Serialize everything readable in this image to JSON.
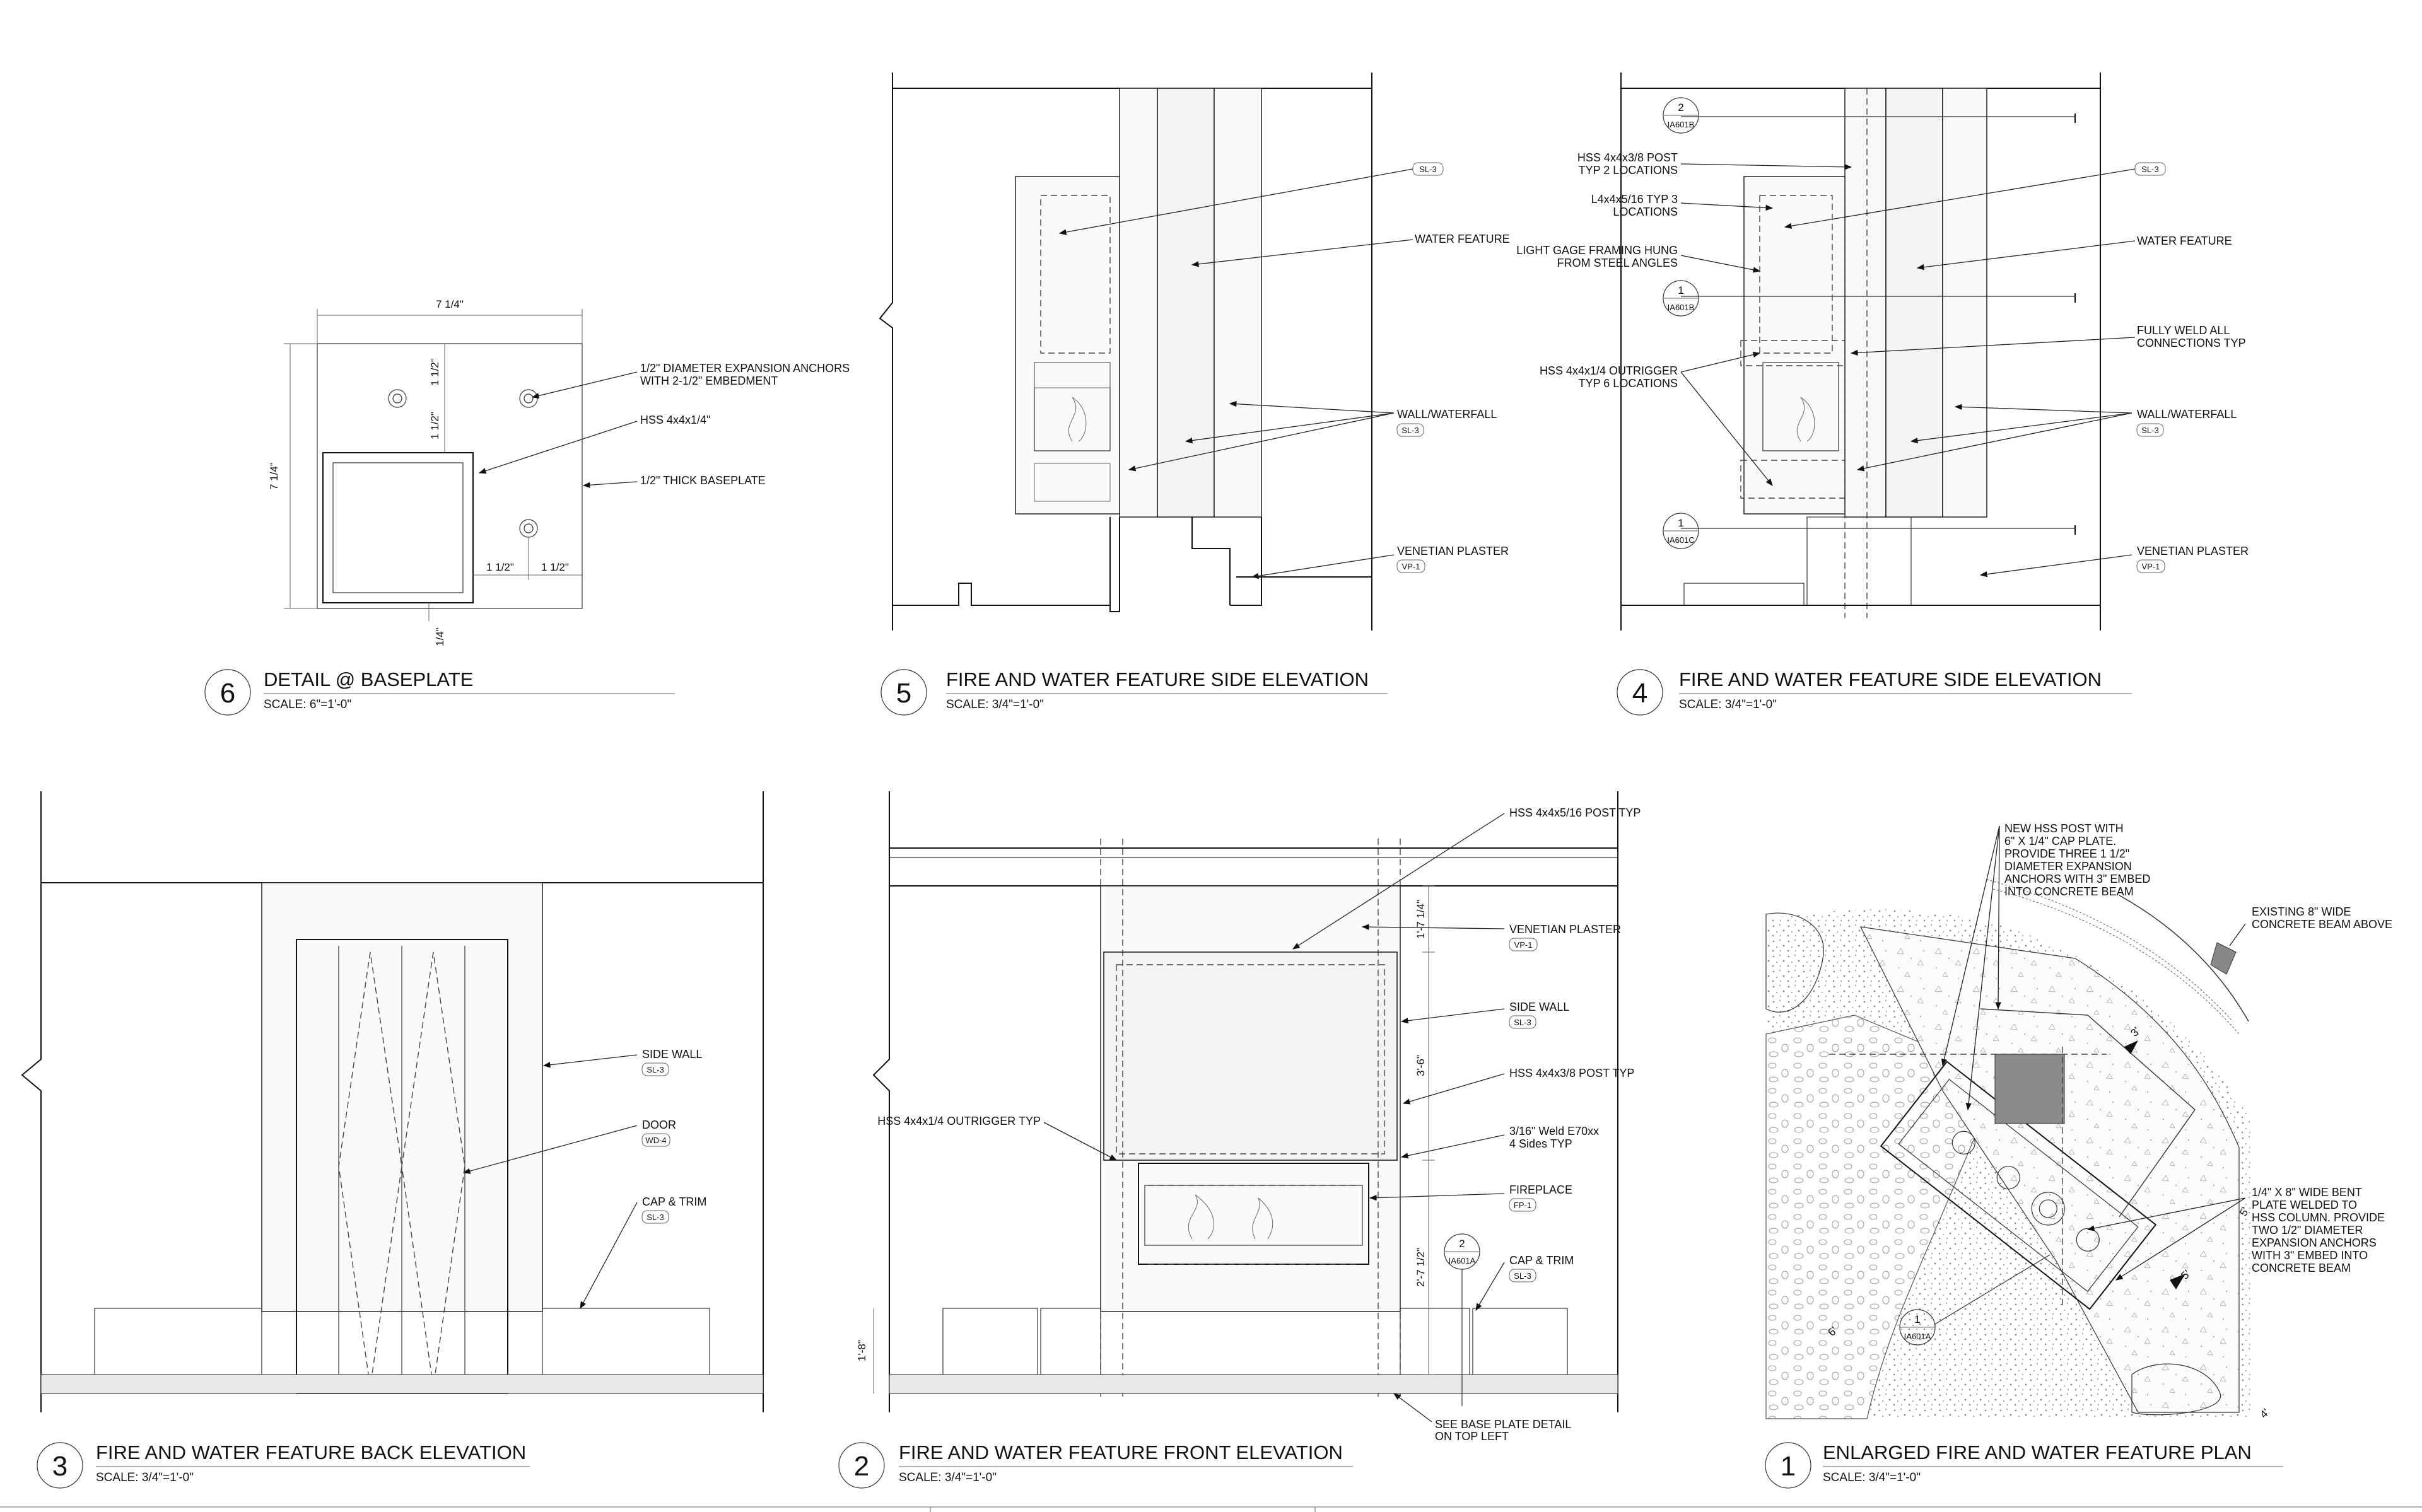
{
  "views": {
    "v6": {
      "number": "6",
      "title": "DETAIL @ BASEPLATE",
      "scale": "SCALE: 6\"=1'-0\""
    },
    "v5": {
      "number": "5",
      "title": "FIRE AND WATER FEATURE SIDE ELEVATION",
      "scale": "SCALE: 3/4\"=1'-0\""
    },
    "v4": {
      "number": "4",
      "title": "FIRE AND WATER FEATURE SIDE ELEVATION",
      "scale": "SCALE: 3/4\"=1'-0\""
    },
    "v3": {
      "number": "3",
      "title": "FIRE AND WATER FEATURE BACK ELEVATION",
      "scale": "SCALE: 3/4\"=1'-0\""
    },
    "v2": {
      "number": "2",
      "title": "FIRE AND WATER FEATURE FRONT ELEVATION",
      "scale": "SCALE: 3/4\"=1'-0\""
    },
    "v1": {
      "number": "1",
      "title": "ENLARGED FIRE AND WATER FEATURE PLAN",
      "scale": "SCALE: 3/4\"=1'-0\""
    }
  },
  "detail6": {
    "dim_top": "7 1/4\"",
    "dim_left": "7 1/4\"",
    "dim_half1": "1 1/2\"",
    "dim_half2": "1 1/2\"",
    "dim_half3": "1 1/2\"",
    "dim_half4": "1 1/2\"",
    "dim_quarter": "1/4\"",
    "note_anchors_1": "1/2\" DIAMETER EXPANSION ANCHORS",
    "note_anchors_2": "WITH 2-1/2\" EMBEDMENT",
    "note_hss": "HSS 4x4x1/4\"",
    "note_plate": "1/2\" THICK BASEPLATE"
  },
  "view5": {
    "sl3": "SL-3",
    "water_feature": "WATER FEATURE",
    "wall_waterfall": "WALL/WATERFALL",
    "sl3_b": "SL-3",
    "venetian": "VENETIAN PLASTER",
    "vp1": "VP-1"
  },
  "view4": {
    "ref_top_num": "2",
    "ref_top_sheet": "IA601B",
    "ref_mid_num": "1",
    "ref_mid_sheet": "IA601B",
    "ref_bot_num": "1",
    "ref_bot_sheet": "IA601C",
    "post_1": "HSS 4x4x3/8 POST",
    "post_2": "TYP 2 LOCATIONS",
    "angle_1": "L4x4x5/16 TYP 3",
    "angle_2": "LOCATIONS",
    "framing_1": "LIGHT GAGE FRAMING HUNG",
    "framing_2": "FROM STEEL ANGLES",
    "outrigger_1": "HSS 4x4x1/4 OUTRIGGER",
    "outrigger_2": "TYP 6 LOCATIONS",
    "sl3": "SL-3",
    "water_feature": "WATER FEATURE",
    "weld_1": "FULLY WELD ALL",
    "weld_2": "CONNECTIONS TYP",
    "wall_waterfall": "WALL/WATERFALL",
    "sl3_b": "SL-3",
    "venetian": "VENETIAN PLASTER",
    "vp1": "VP-1"
  },
  "view3": {
    "side_wall": "SIDE WALL",
    "sl3_a": "SL-3",
    "door": "DOOR",
    "wd4": "WD-4",
    "cap_trim": "CAP & TRIM",
    "sl3_b": "SL-3"
  },
  "view2": {
    "post_typ": "HSS 4x4x5/16 POST TYP",
    "venetian": "VENETIAN PLASTER",
    "vp1": "VP-1",
    "side_wall": "SIDE WALL",
    "sl3_a": "SL-3",
    "post38": "HSS 4x4x3/8 POST TYP",
    "weld_1": "3/16\" Weld E70xx",
    "weld_2": "4 Sides TYP",
    "fireplace": "FIREPLACE",
    "fp1": "FP-1",
    "cap_trim": "CAP & TRIM",
    "sl3_b": "SL-3",
    "outrigger": "HSS 4x4x1/4 OUTRIGGER TYP",
    "base_1": "SEE BASE PLATE DETAIL",
    "base_2": "ON TOP LEFT",
    "dim_a": "1'-7 1/4\"",
    "dim_b": "3'-6\"",
    "dim_c": "2'-7 1/2\"",
    "dim_d": "1'-8\"",
    "ref_num": "2",
    "ref_sheet": "IA601A"
  },
  "view1": {
    "new_post": [
      "NEW HSS POST WITH",
      "6\" X 1/4\" CAP PLATE.",
      "PROVIDE THREE 1 1/2\"",
      "DIAMETER EXPANSION",
      "ANCHORS WITH 3\" EMBED",
      "INTO CONCRETE BEAM"
    ],
    "existing": [
      "EXISTING 8\" WIDE",
      "CONCRETE BEAM ABOVE"
    ],
    "bent_plate": [
      "1/4\" X 8\" WIDE BENT",
      "PLATE WELDED TO",
      "HSS COLUMN.  PROVIDE",
      "TWO 1/2\" DIAMETER",
      "EXPANSION ANCHORS",
      "WITH 3\" EMBED INTO",
      "CONCRETE BEAM"
    ],
    "ref_num": "1",
    "ref_sheet": "IA601A",
    "mark_3": "3'",
    "mark_5a": "5'",
    "mark_5b": "5'",
    "mark_6": "6'",
    "mark_4": "4'"
  }
}
